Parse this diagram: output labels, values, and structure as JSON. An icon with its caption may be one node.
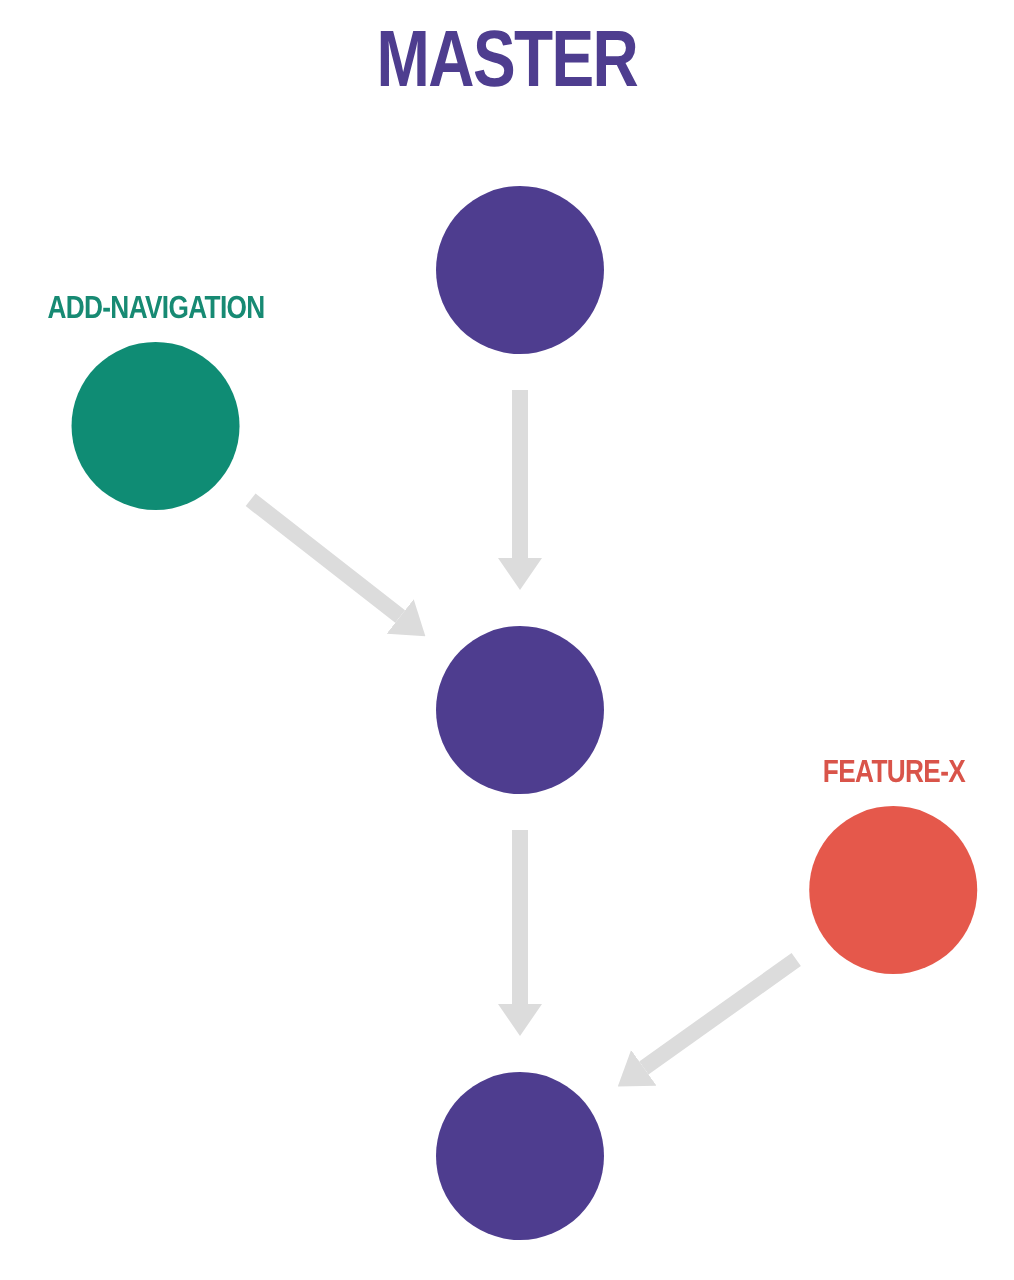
{
  "diagram": {
    "title": "MASTER",
    "nodes": [
      {
        "text": [],
        "shape": "circle"
      },
      {
        "text": [
          "ADD-NAVIGATION"
        ]
      },
      {
        "text": [],
        "shape": "circle"
      },
      {
        "text": [
          "FEATURE-X"
        ]
      },
      {
        "text": [],
        "shape": "circle"
      }
    ],
    "edges": [
      {
        "from": 0,
        "to": 2,
        "arrow": "to"
      },
      {
        "from": 1,
        "to": 2,
        "arrow": "to"
      },
      {
        "from": 2,
        "to": 4,
        "arrow": "to"
      },
      {
        "from": 3,
        "to": 4,
        "arrow": "to"
      }
    ]
  }
}
